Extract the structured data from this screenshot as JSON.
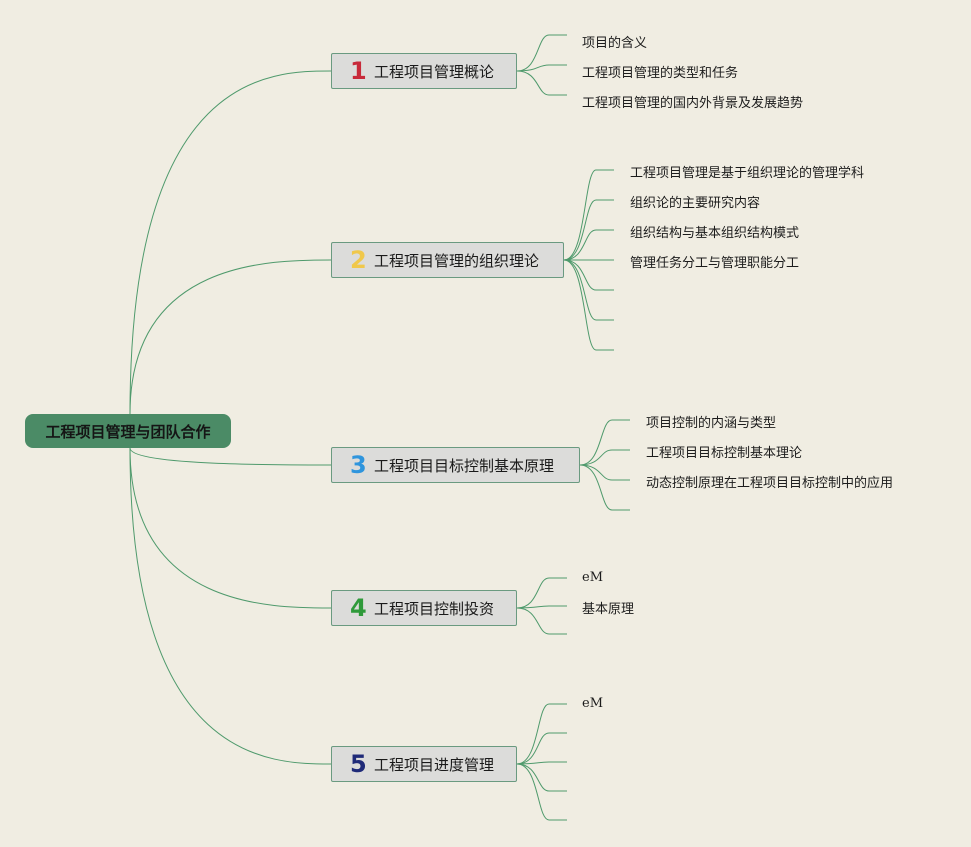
{
  "root": {
    "label": "工程项目管理与团队合作"
  },
  "branches": [
    {
      "number": "1",
      "label": "工程项目管理概论",
      "color": "#c82a3a",
      "children": [
        "项目的含义",
        "工程项目管理的类型和任务",
        "工程项目管理的国内外背景及发展趋势"
      ]
    },
    {
      "number": "2",
      "label": "工程项目管理的组织理论",
      "color": "#f0c84b",
      "children": [
        "工程项目管理是基于组织理论的管理学科",
        "组织论的主要研究内容",
        "组织结构与基本组织结构模式",
        "管理任务分工与管理职能分工",
        "",
        "",
        ""
      ]
    },
    {
      "number": "3",
      "label": "工程项目目标控制基本原理",
      "color": "#2f95dd",
      "children": [
        "项目控制的内涵与类型",
        "工程项目目标控制基本理论",
        "动态控制原理在工程项目目标控制中的应用",
        ""
      ]
    },
    {
      "number": "4",
      "label": "工程项目控制投资",
      "color": "#2f9a3a",
      "children": [
        "eM",
        "基本原理",
        ""
      ]
    },
    {
      "number": "5",
      "label": "工程项目进度管理",
      "color": "#1f2a78",
      "children": [
        "eM",
        "",
        "",
        "",
        ""
      ]
    }
  ]
}
